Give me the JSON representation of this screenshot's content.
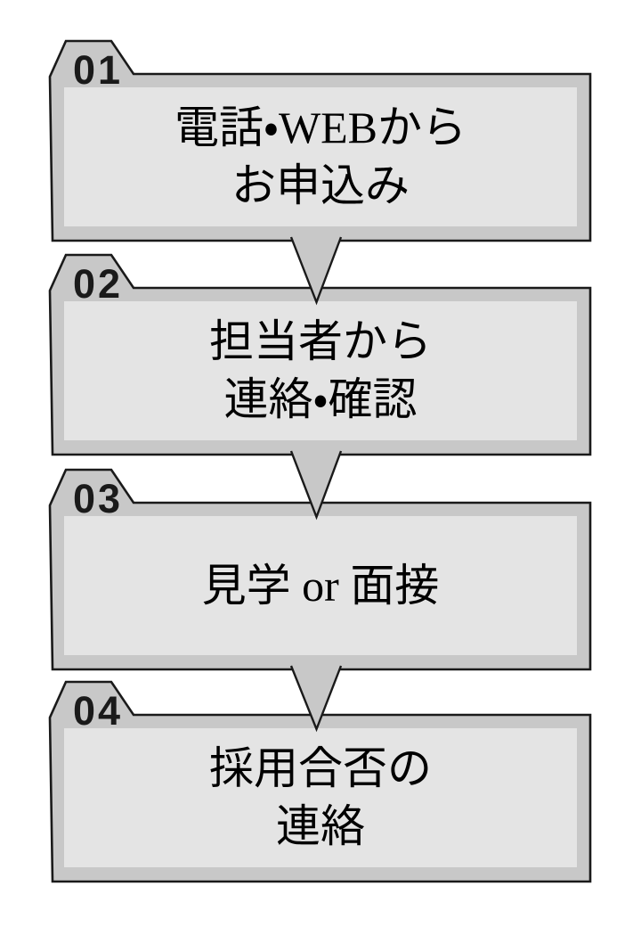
{
  "diagram": {
    "steps": [
      {
        "number": "01",
        "lines": [
          "電話・WEBから",
          "お申込み"
        ]
      },
      {
        "number": "02",
        "lines": [
          "担当者から",
          "連絡・確認"
        ]
      },
      {
        "number": "03",
        "lines": [
          "見学 or 面接"
        ]
      },
      {
        "number": "04",
        "lines": [
          "採用合否の",
          "連絡"
        ]
      }
    ],
    "colors": {
      "box_band": "#c8c8c8",
      "inner_panel": "#e4e4e4",
      "outline": "#1a1a1a",
      "text": "#000000",
      "background": "#ffffff"
    }
  }
}
